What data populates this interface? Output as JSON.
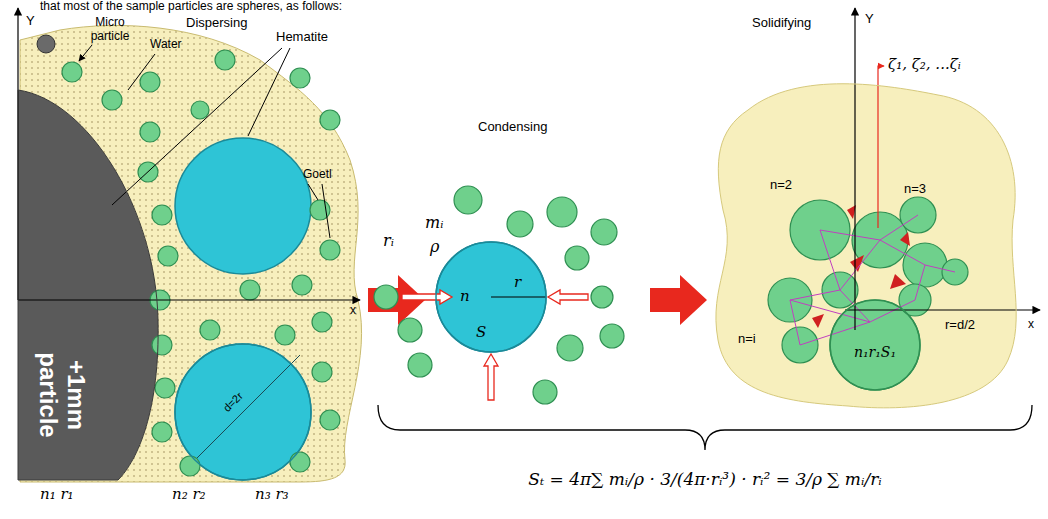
{
  "diagram": {
    "nodes": [
      {
        "text": [
          "+1mm particle"
        ]
      },
      {
        "text": [
          "d=2r"
        ]
      },
      {
        "text": [
          "n",
          "r",
          "S"
        ]
      },
      {
        "text": [
          "n=2",
          "n=3",
          "n=i",
          "r=d/2"
        ]
      },
      {
        "text": [
          "n₁r₁S₁"
        ],
        "in": 3
      }
    ],
    "labels": [
      "that most of the sample particles are spheres, as follows:",
      "Y",
      "Micro particle",
      "Dispersing",
      "Water",
      "Hematite",
      "Goetl",
      "x",
      "n₁ r₁",
      "n₂ r₂",
      "n₃ r₃",
      "Condensing",
      "rᵢ",
      "mᵢ",
      "ρ",
      "Solidifying",
      "Y",
      "ζ₁, ζ₂, ...ζᵢ",
      "x",
      "Sₜ = 4π∑ mᵢ/ρ · 3/(4π·rᵢ³) · rᵢ² = 3/ρ ∑ mᵢ/rᵢ"
    ]
  }
}
